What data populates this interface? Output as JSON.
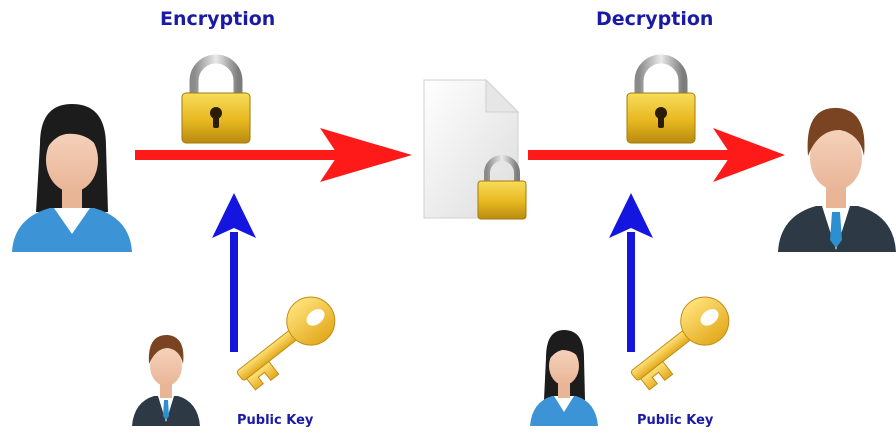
{
  "labels": {
    "encryption": "Encryption",
    "decryption": "Decryption",
    "public_key_left": "Public Key",
    "public_key_right": "Public Key"
  },
  "colors": {
    "heading_text": "#1a1aa6",
    "flow_arrow": "#ff1a1a",
    "key_arrow": "#1515e0",
    "lock_gold": "#e7b820",
    "key_gold": "#f3c433",
    "document": "#f2f2f2",
    "suit": "#2d3a45",
    "blouse_blue": "#3c93d6"
  },
  "icons": {
    "sender": "woman-avatar-icon",
    "recipient": "man-avatar-icon",
    "encrypt_lock": "padlock-icon",
    "decrypt_lock": "padlock-icon",
    "message": "locked-document-icon",
    "left_key": "key-icon",
    "right_key": "key-icon",
    "key_owner_left": "man-avatar-icon",
    "key_owner_right": "woman-avatar-icon"
  }
}
